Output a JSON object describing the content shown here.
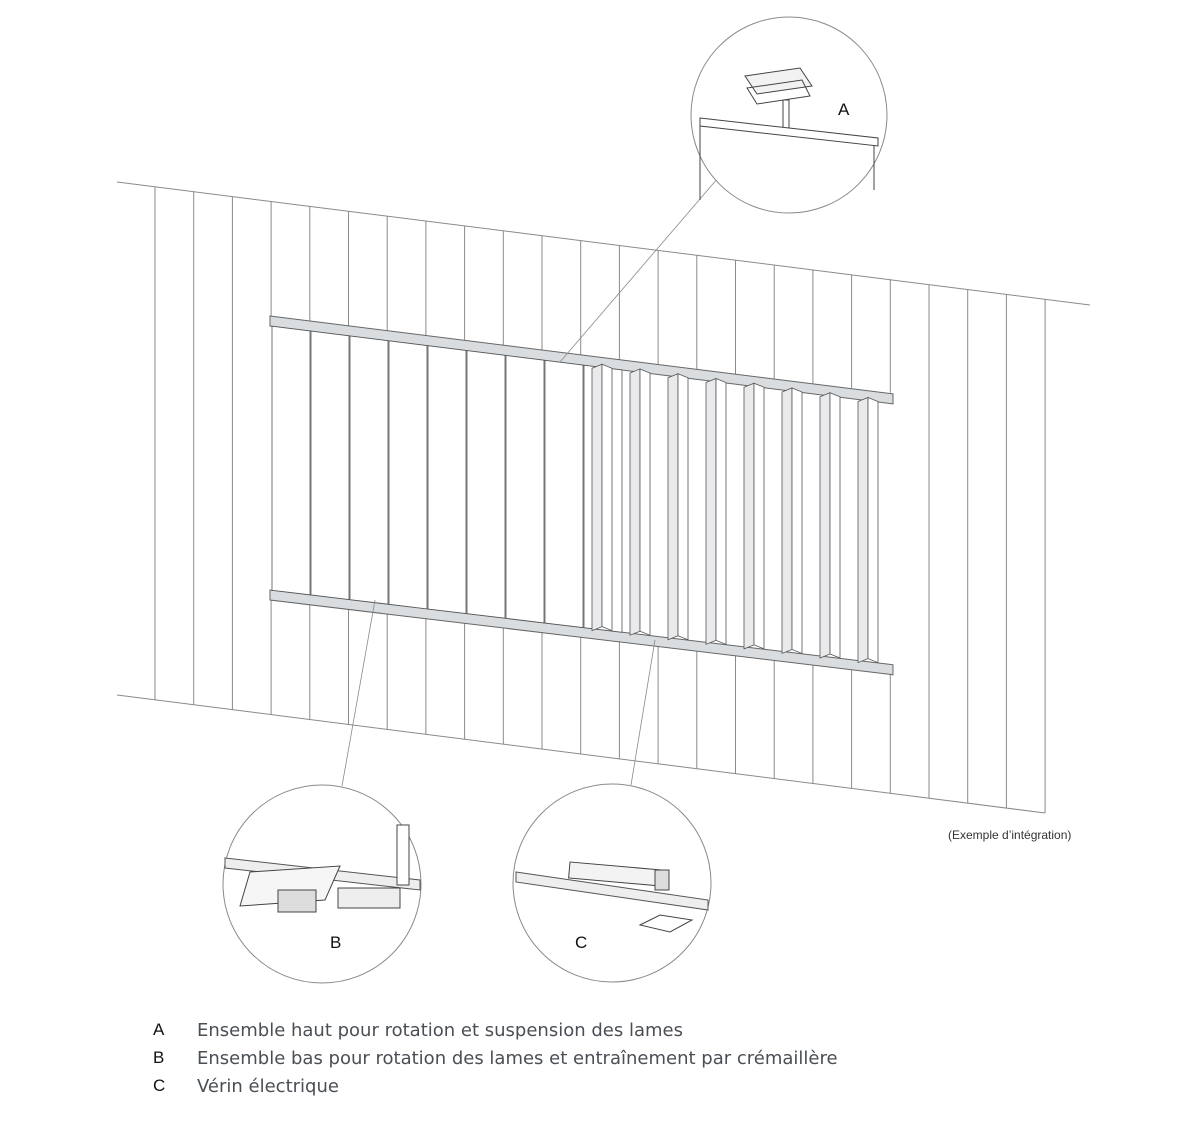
{
  "callouts": {
    "a": "A",
    "b": "B",
    "c": "C"
  },
  "caption": "(Exemple d’intégration)",
  "legend": [
    {
      "letter": "A",
      "text": "Ensemble haut pour rotation et suspension des lames"
    },
    {
      "letter": "B",
      "text": "Ensemble bas pour rotation des lames et entraînement par crémaillère"
    },
    {
      "letter": "C",
      "text": "Vérin électrique"
    }
  ],
  "colors": {
    "line": "#8a8a8a",
    "text": "#4a4f55"
  }
}
